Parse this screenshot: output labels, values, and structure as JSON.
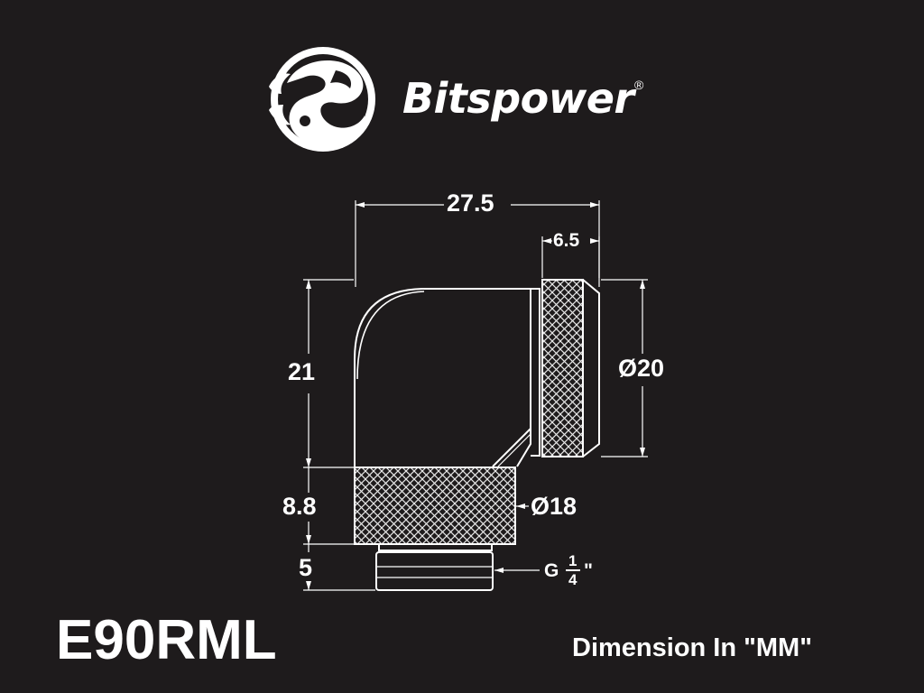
{
  "brand": {
    "name": "Bitspower",
    "registered": "®",
    "logo_icon": "dragon-logo-icon"
  },
  "model": "E90RML",
  "units_note": "Dimension In \"MM\"",
  "dimensions": {
    "width": "27.5",
    "top_thickness": "6.5",
    "height": "21",
    "right_diameter": "Ø20",
    "knurl_height": "8.8",
    "knurl_diameter": "Ø18",
    "thread_length": "5",
    "thread_prefix": "G",
    "thread_num": "1",
    "thread_den": "4",
    "thread_suffix": "\""
  },
  "colors": {
    "background": "#1e1b1c",
    "lines": "#ffffff"
  }
}
